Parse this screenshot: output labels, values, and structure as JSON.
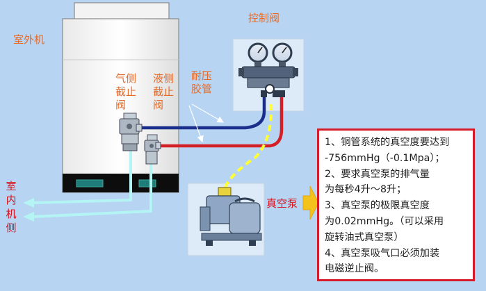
{
  "labels": {
    "outdoor_unit": "室外机",
    "control_valve": "控制阀",
    "gas_valve": "气侧\n截止\n阀",
    "liquid_valve": "液侧\n截止\n阀",
    "pressure_hose": "耐压\n胶管",
    "indoor_side": "室内机侧",
    "vacuum_pump": "真空泵"
  },
  "notes": [
    "1、铜管系统的真空度要达到",
    "-756mmHg（-0.1Mpa）；",
    "2、要求真空泵的排气量",
    "为每秒4升～8升；",
    "3、真空泵的极限真空度",
    "为0.02mmHg。（可以采用",
    "旋转油式真空泵）",
    "4、真空泵吸气口必须加装",
    "电磁逆止阀。"
  ],
  "colors": {
    "background": "#b7d4f2",
    "gas_line": "#1a2e8c",
    "liquid_line": "#d41f26",
    "label_orange": "#e56b2a",
    "label_red": "#d8121d",
    "dashed_yellow": "#ffff33",
    "indoor_line": "#b4f4f4",
    "note_border": "#d81b2a",
    "arrow_yellow": "#f3c21b"
  }
}
